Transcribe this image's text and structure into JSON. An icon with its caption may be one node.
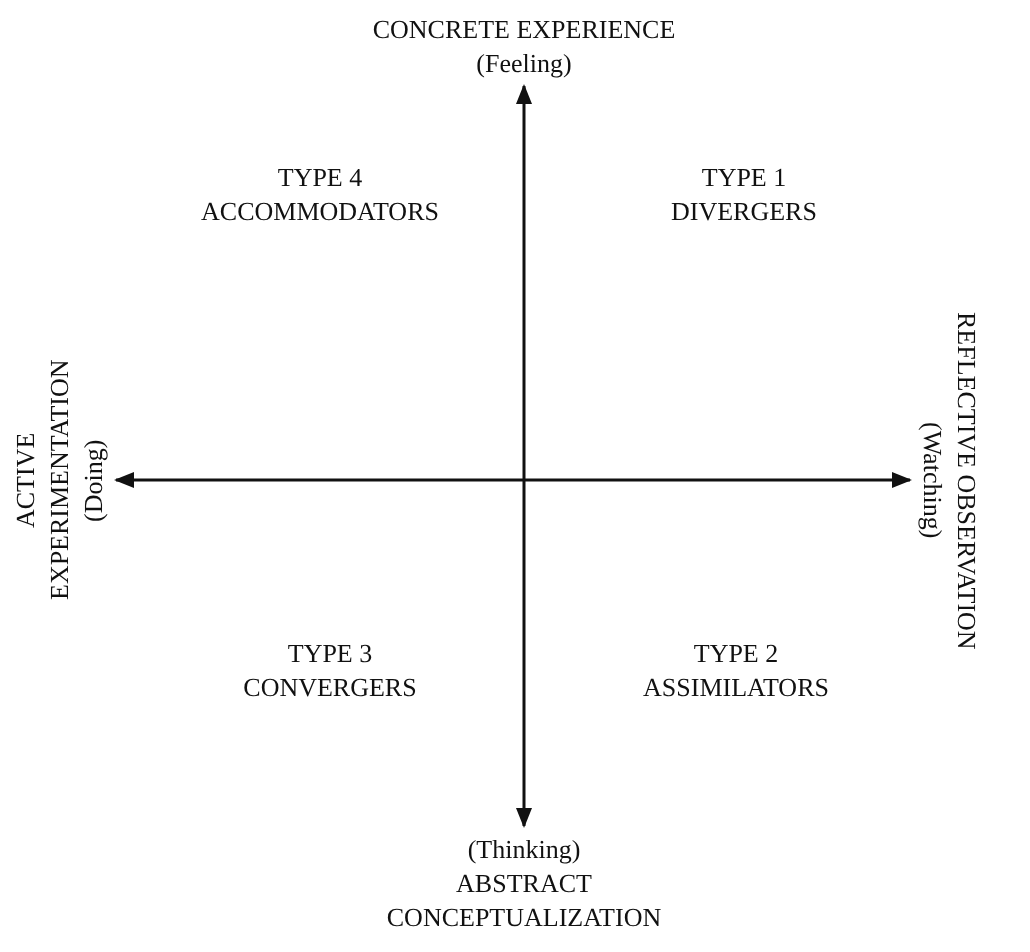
{
  "diagram": {
    "nodes": [
      {
        "text": [
          "CONCRETE EXPERIENCE",
          "(Feeling)"
        ]
      },
      {
        "text": [
          "ACTIVE EXPERIMENTATION",
          "(Doing)"
        ]
      },
      {
        "text": [
          "REFLECTIVE OBSERVATION",
          "(Watching)"
        ]
      },
      {
        "text": [
          "(Thinking)",
          "ABSTRACT CONCEPTUALIZATION"
        ]
      }
    ],
    "edges": [
      {
        "from": 0,
        "to": 3,
        "arrow": "both"
      },
      {
        "from": 1,
        "to": 2,
        "arrow": "both"
      }
    ],
    "labels": [
      "TYPE 4 ACCOMMODATORS",
      "TYPE 1 DIVERGERS",
      "TYPE 3 CONVERGERS",
      "TYPE 2 ASSIMILATORS"
    ]
  }
}
